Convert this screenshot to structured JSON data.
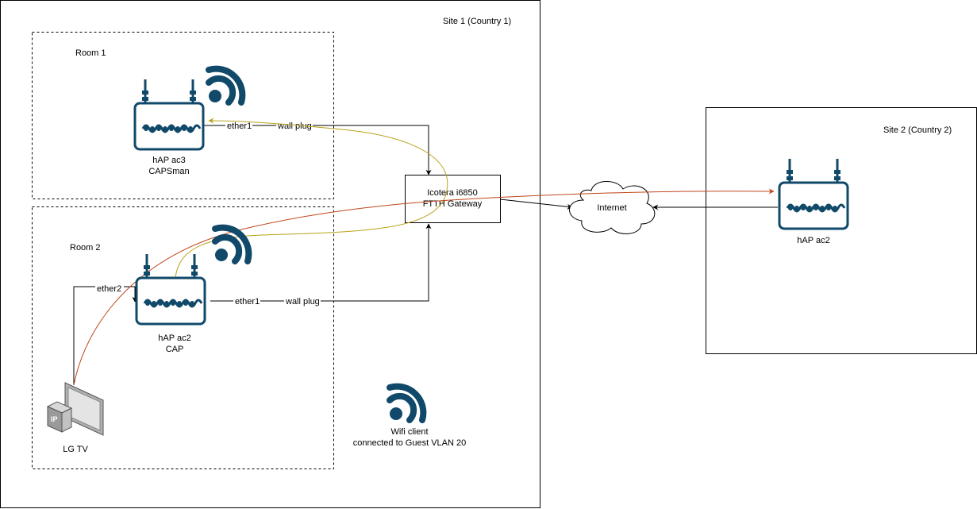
{
  "sites": {
    "site1": {
      "title": "Site 1 (Country 1)"
    },
    "site2": {
      "title": "Site 2 (Country 2)"
    }
  },
  "rooms": {
    "room1": {
      "title": "Room 1"
    },
    "room2": {
      "title": "Room 2"
    }
  },
  "devices": {
    "hap_ac3": {
      "line1": "hAP ac3",
      "line2": "CAPSman"
    },
    "hap_ac2_cap": {
      "line1": "hAP ac2",
      "line2": "CAP"
    },
    "hap_ac2_site2": {
      "line1": "hAP ac2"
    },
    "gateway": {
      "line1": "Icotera i6850",
      "line2": "FTTH Gateway"
    },
    "internet": {
      "label": "Internet"
    },
    "lg_tv": {
      "label": "LG TV",
      "badge": "IP"
    },
    "wifi_client": {
      "line1": "Wifi client",
      "line2": "connected to Guest VLAN 20"
    }
  },
  "links": {
    "ac3_port": "ether1",
    "ac3_medium": "wall plug",
    "ac2_port": "ether1",
    "ac2_medium": "wall plug",
    "tv_port": "ether2"
  },
  "colors": {
    "device": "#10496a",
    "flow_olive": "#b8a319",
    "flow_red": "#c0461b",
    "border": "#000000"
  },
  "icons": [
    "router-icon",
    "wifi-icon",
    "cloud-icon",
    "tv-icon"
  ]
}
